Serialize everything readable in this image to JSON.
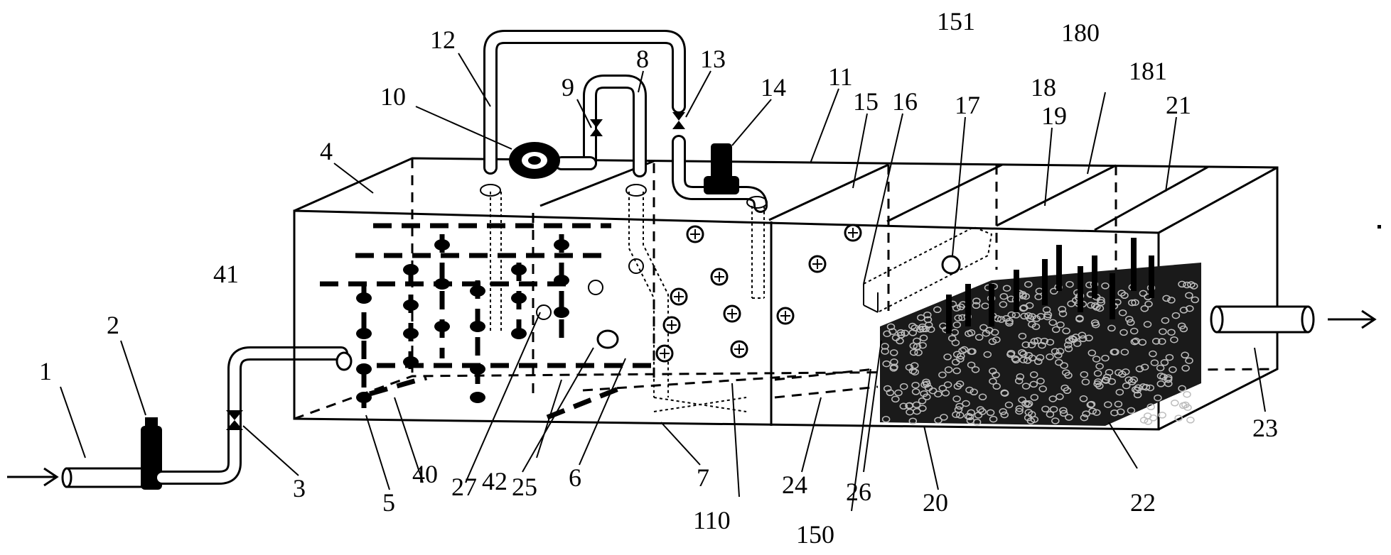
{
  "labels": [
    "1",
    "2",
    "3",
    "4",
    "5",
    "6",
    "7",
    "8",
    "9",
    "10",
    "11",
    "12",
    "13",
    "14",
    "15",
    "16",
    "17",
    "18",
    "19",
    "20",
    "21",
    "22",
    "23",
    "24",
    "25",
    "26",
    "27",
    "40",
    "41",
    "42",
    "110",
    "150",
    "151",
    "180",
    "181"
  ]
}
